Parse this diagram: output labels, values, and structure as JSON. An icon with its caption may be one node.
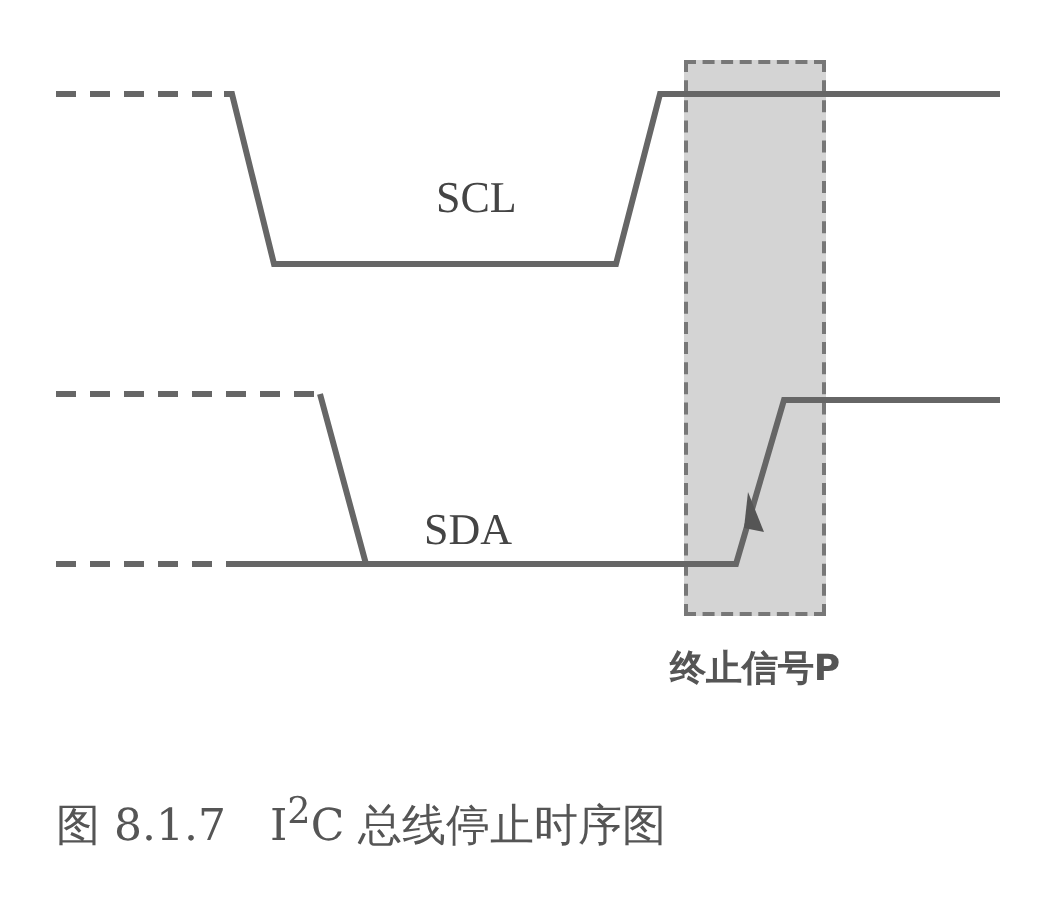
{
  "diagram": {
    "caption": "图 8.1.7　I$^{2}$C 总线停止时序图",
    "nodes": [
      {
        "text": [
          "终止信号P"
        ]
      }
    ],
    "labels": [
      "SCL",
      "SDA"
    ]
  }
}
